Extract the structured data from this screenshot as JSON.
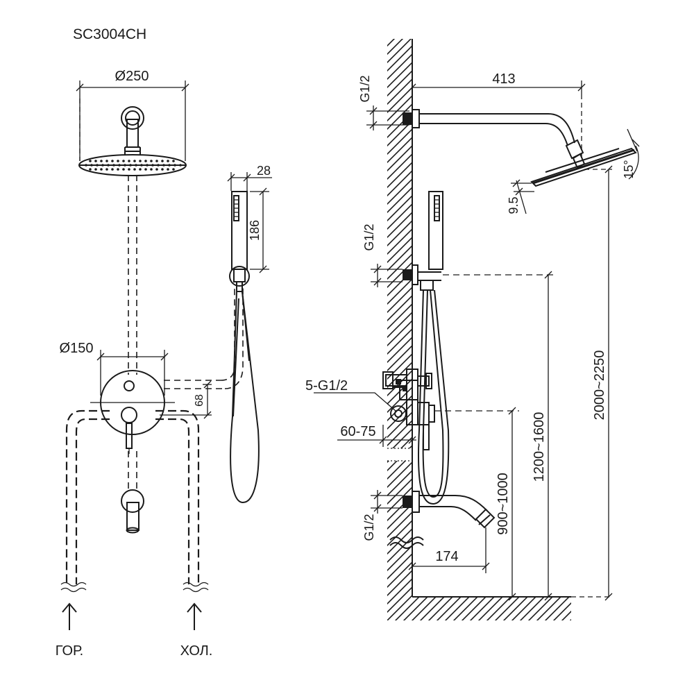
{
  "model": "SC3004CH",
  "front_view": {
    "rain_head_diameter": "Ø250",
    "handset_width": "28",
    "handset_length": "186",
    "mixer_plate_diameter": "Ø150",
    "outlet_spacing": "68",
    "hot_inlet_label": "ГОР.",
    "cold_inlet_label": "ХОЛ."
  },
  "side_view": {
    "arm_thread": "G1/2",
    "arm_reach": "413",
    "head_tilt": "15°",
    "head_thickness": "9.5",
    "holder_thread": "G1/2",
    "mixer_connections": "5-G1/2",
    "mixer_depth": "60-75",
    "spout_thread": "G1/2",
    "spout_reach": "174",
    "spout_height": "900~1000",
    "holder_height": "1200~1600",
    "head_height": "2000~2250"
  }
}
